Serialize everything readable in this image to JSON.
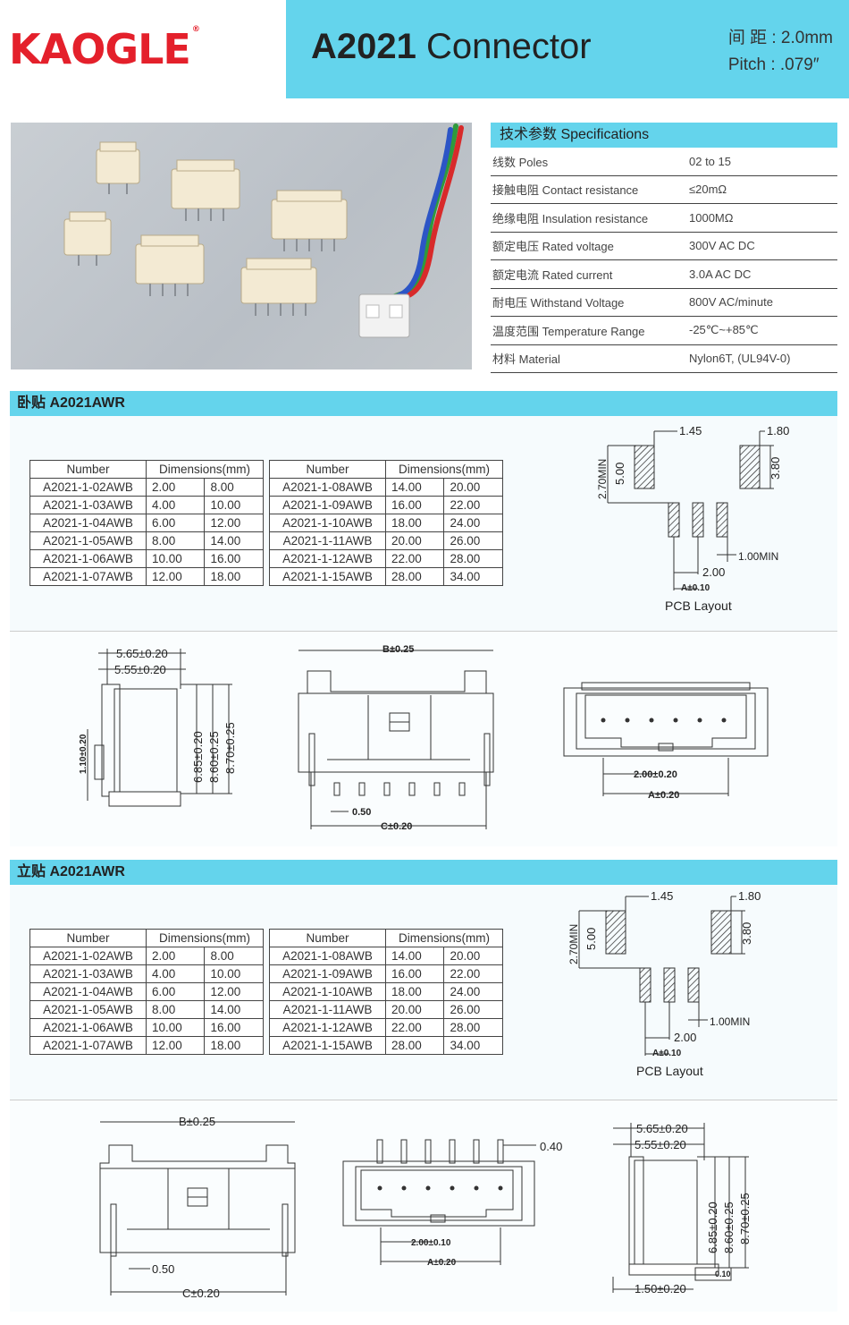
{
  "brand": {
    "logo": "KAOGLE",
    "reg": "®"
  },
  "header": {
    "title_a": "A2021",
    "title_b": "Connector",
    "pitch_cn": "间 距 : 2.0mm",
    "pitch_en": "Pitch : .079″"
  },
  "spec": {
    "heading": "技术参数 Specifications",
    "rows": [
      {
        "k": "线数 Poles",
        "v": "02 to 15"
      },
      {
        "k": "接触电阻 Contact resistance",
        "v": "≤20mΩ"
      },
      {
        "k": "绝缘电阻 Insulation resistance",
        "v": "1000MΩ"
      },
      {
        "k": "额定电压 Rated voltage",
        "v": "300V AC DC"
      },
      {
        "k": "额定电流 Rated current",
        "v": "3.0A AC DC"
      },
      {
        "k": "耐电压 Withstand Voltage",
        "v": "800V AC/minute"
      },
      {
        "k": "温度范围 Temperature Range",
        "v": "-25℃~+85℃"
      },
      {
        "k": "材料 Material",
        "v": "Nylon6T, (UL94V-0)"
      }
    ]
  },
  "sec1": {
    "title": "卧贴 A2021AWR",
    "left": {
      "h1": "Number",
      "h2": "Dimensions(mm)",
      "rows": [
        [
          "A2021-1-02AWB",
          "2.00",
          "8.00"
        ],
        [
          "A2021-1-03AWB",
          "4.00",
          "10.00"
        ],
        [
          "A2021-1-04AWB",
          "6.00",
          "12.00"
        ],
        [
          "A2021-1-05AWB",
          "8.00",
          "14.00"
        ],
        [
          "A2021-1-06AWB",
          "10.00",
          "16.00"
        ],
        [
          "A2021-1-07AWB",
          "12.00",
          "18.00"
        ]
      ]
    },
    "right": {
      "h1": "Number",
      "h2": "Dimensions(mm)",
      "rows": [
        [
          "A2021-1-08AWB",
          "14.00",
          "20.00"
        ],
        [
          "A2021-1-09AWB",
          "16.00",
          "22.00"
        ],
        [
          "A2021-1-10AWB",
          "18.00",
          "24.00"
        ],
        [
          "A2021-1-11AWB",
          "20.00",
          "26.00"
        ],
        [
          "A2021-1-12AWB",
          "22.00",
          "28.00"
        ],
        [
          "A2021-1-15AWB",
          "28.00",
          "34.00"
        ]
      ]
    }
  },
  "sec2": {
    "title": "立贴 A2021AWR",
    "left": {
      "h1": "Number",
      "h2": "Dimensions(mm)",
      "rows": [
        [
          "A2021-1-02AWB",
          "2.00",
          "8.00"
        ],
        [
          "A2021-1-03AWB",
          "4.00",
          "10.00"
        ],
        [
          "A2021-1-04AWB",
          "6.00",
          "12.00"
        ],
        [
          "A2021-1-05AWB",
          "8.00",
          "14.00"
        ],
        [
          "A2021-1-06AWB",
          "10.00",
          "16.00"
        ],
        [
          "A2021-1-07AWB",
          "12.00",
          "18.00"
        ]
      ]
    },
    "right": {
      "h1": "Number",
      "h2": "Dimensions(mm)",
      "rows": [
        [
          "A2021-1-08AWB",
          "14.00",
          "20.00"
        ],
        [
          "A2021-1-09AWB",
          "16.00",
          "22.00"
        ],
        [
          "A2021-1-10AWB",
          "18.00",
          "24.00"
        ],
        [
          "A2021-1-11AWB",
          "20.00",
          "26.00"
        ],
        [
          "A2021-1-12AWB",
          "22.00",
          "28.00"
        ],
        [
          "A2021-1-15AWB",
          "28.00",
          "34.00"
        ]
      ]
    }
  },
  "pcb": {
    "d145": "1.45",
    "d180": "1.80",
    "d270": "2.70MIN",
    "d500": "5.00",
    "d380": "3.80",
    "d100": "1.00MIN",
    "d200": "2.00",
    "da": "A±0.10",
    "caption": "PCB Layout"
  },
  "draw1": {
    "d565": "5.65±0.20",
    "d555": "5.55±0.20",
    "d110": "1.10±0.20",
    "d685": "6.85±0.20",
    "d860": "8.60±0.25",
    "d870": "8.70±0.25",
    "b": "B±0.25",
    "p050": "0.50",
    "c": "C±0.20",
    "p200": "2.00±0.20",
    "a": "A±0.20"
  },
  "draw2": {
    "b": "B±0.25",
    "p050": "0.50",
    "c": "C±0.20",
    "p040": "0.40",
    "p200": "2.00±0.10",
    "a": "A±0.20",
    "d565": "5.65±0.20",
    "d555": "5.55±0.20",
    "d685": "6.85±0.20",
    "d860": "8.60±0.25",
    "d870": "8.70±0.25",
    "d150": "1.50±0.20",
    "d010": "0.10"
  }
}
